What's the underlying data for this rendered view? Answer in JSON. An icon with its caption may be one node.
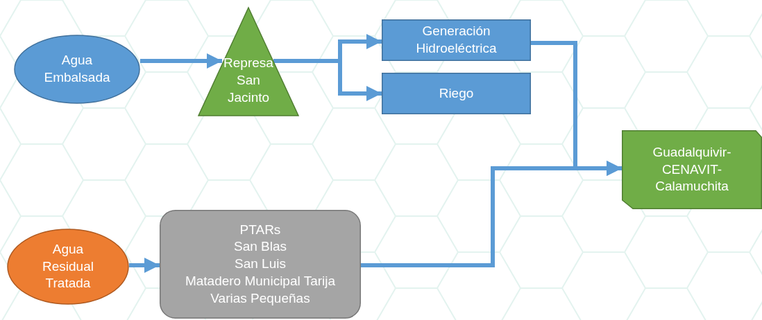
{
  "diagram": {
    "nodes": [
      {
        "text": [
          "Agua Embalsada"
        ]
      },
      {
        "text": [
          "Represa San Jacinto"
        ]
      },
      {
        "text": [
          "Generación Hidroeléctrica"
        ]
      },
      {
        "text": [
          "Riego"
        ]
      },
      {
        "text": [
          "Guadalquivir-CENAVIT-Calamuchita"
        ]
      },
      {
        "text": [
          "Agua Residual Tratada"
        ]
      },
      {
        "text": [
          "PTARs",
          "San Blas",
          "San Luis",
          "Matadero Municipal Tarija",
          "Varias Pequeñas"
        ]
      }
    ],
    "edges": [
      {
        "from": 0,
        "to": 1,
        "arrow": "to"
      },
      {
        "from": 1,
        "to": 2,
        "arrow": "to"
      },
      {
        "from": 1,
        "to": 3,
        "arrow": "to"
      },
      {
        "from": 2,
        "to": 4,
        "arrow": "to"
      },
      {
        "from": 5,
        "to": 6,
        "arrow": "to"
      },
      {
        "from": 6,
        "to": 4,
        "arrow": "to"
      }
    ]
  }
}
